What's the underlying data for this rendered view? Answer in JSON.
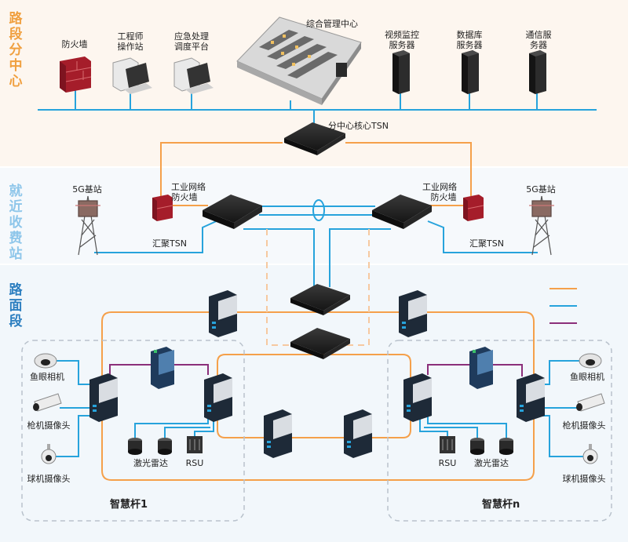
{
  "sections": {
    "top": "路段分中心",
    "middle": "就近收费站",
    "bottom": "路面段"
  },
  "center": {
    "firewall": "防火墙",
    "engineer_line1": "工程师",
    "engineer_line2": "操作站",
    "emergency_line1": "应急处理",
    "emergency_line2": "调度平台",
    "mgmt_center": "综合管理中心",
    "video_line1": "视频监控",
    "video_line2": "服务器",
    "db_line1": "数据库",
    "db_line2": "服务器",
    "comm_line1": "通信服",
    "comm_line2": "务器",
    "core_tsn": "分中心核心TSN"
  },
  "station": {
    "left_5g": "5G基站",
    "right_5g": "5G基站",
    "left_fw_line1": "工业网络",
    "left_fw_line2": "防火墙",
    "right_fw_line1": "工业网络",
    "right_fw_line2": "防火墙",
    "left_agg": "汇聚TSN",
    "right_agg": "汇聚TSN"
  },
  "road": {
    "pole1": {
      "title": "智慧杆1",
      "fisheye": "鱼眼相机",
      "gun": "枪机摄像头",
      "dome": "球机摄像头",
      "lidar": "激光雷达",
      "rsu": "RSU"
    },
    "polen": {
      "title": "智慧杆n",
      "fisheye": "鱼眼相机",
      "gun": "枪机摄像头",
      "dome": "球机摄像头",
      "lidar": "激光雷达",
      "rsu": "RSU"
    }
  },
  "colors": {
    "orange": "#f5a04a",
    "blue": "#27a3dc",
    "purple": "#8b2f7a",
    "label_orange": "#f0a040",
    "label_blue_light": "#8ec6ea",
    "label_blue": "#2d7fc0"
  }
}
